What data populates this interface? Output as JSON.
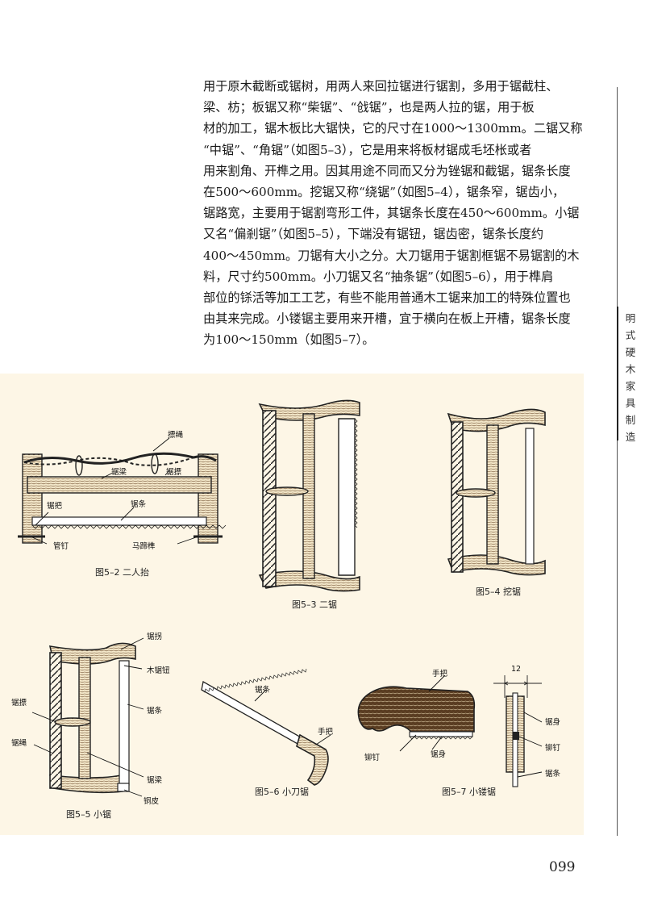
{
  "body_lines": [
    "用于原木截断或锯树，用两人来回拉锯进行锯割，多用于锯截柱、",
    "梁、枋；板锯又称“柴锯”、“戗锯”，也是两人拉的锯，用于板",
    "材的加工，锯木板比大锯快，它的尺寸在1000～1300mm。二锯又称",
    "“中锯”、“角锯”（如图5–3），它是用来将板材锯成毛坯枨或者",
    "用来割角、开榫之用。因其用途不同而又分为锉锯和截锯，锯条长度",
    "在500～600mm。挖锯又称“绕锯”（如图5–4），锯条窄，锯齿小，",
    "锯路宽，主要用于锯割弯形工件，其锯条长度在450～600mm。小锯",
    "又名“偏剎锯”（如图5–5），下端没有锯钮，锯齿密，锯条长度约",
    "400～450mm。刀锯有大小之分。大刀锯用于锯割框锯不易锯割的木",
    "料，尺寸约500mm。小刀锯又名“抽条锯”（如图5–6），用于榫肩",
    "部位的铩活等加工工艺，有些不能用普通木工锯来加工的特殊位置也",
    "由其来完成。小镂锯主要用来开槽，宜于横向在板上开槽，锯条长度",
    "为100～150mm（如图5–7）。"
  ],
  "side_title_chars": [
    "明",
    "式",
    "硬",
    "木",
    "家",
    "具",
    "制",
    "造"
  ],
  "page_number": "099",
  "figures": {
    "fig_5_2": {
      "caption": "图5–2 二人抬",
      "labels": {
        "rope": "摽绳",
        "beam": "锯梁",
        "brace": "锯摽",
        "handle": "锯把",
        "blade": "锯条",
        "nail": "管钉",
        "hoof": "马蹄榫"
      }
    },
    "fig_5_3": {
      "caption": "图5–3 二锯"
    },
    "fig_5_4": {
      "caption": "图5–4 挖锯"
    },
    "fig_5_5": {
      "caption": "图5–5 小锯",
      "labels": {
        "guai": "锯拐",
        "knob": "木锯钮",
        "brace": "锯摽",
        "blade": "锯条",
        "rope": "锯绳",
        "beam": "锯梁",
        "copper": "铜皮"
      }
    },
    "fig_5_6": {
      "caption": "图5–6 小刀锯",
      "labels": {
        "blade": "锯条",
        "handle": "手把"
      }
    },
    "fig_5_7": {
      "caption": "图5–7 小镂锯",
      "dimension": "12",
      "labels": {
        "handle": "手把",
        "nail": "铆钉",
        "body": "锯身",
        "body2": "锯身",
        "nail2": "铆钉",
        "blade": "锯条"
      }
    }
  }
}
